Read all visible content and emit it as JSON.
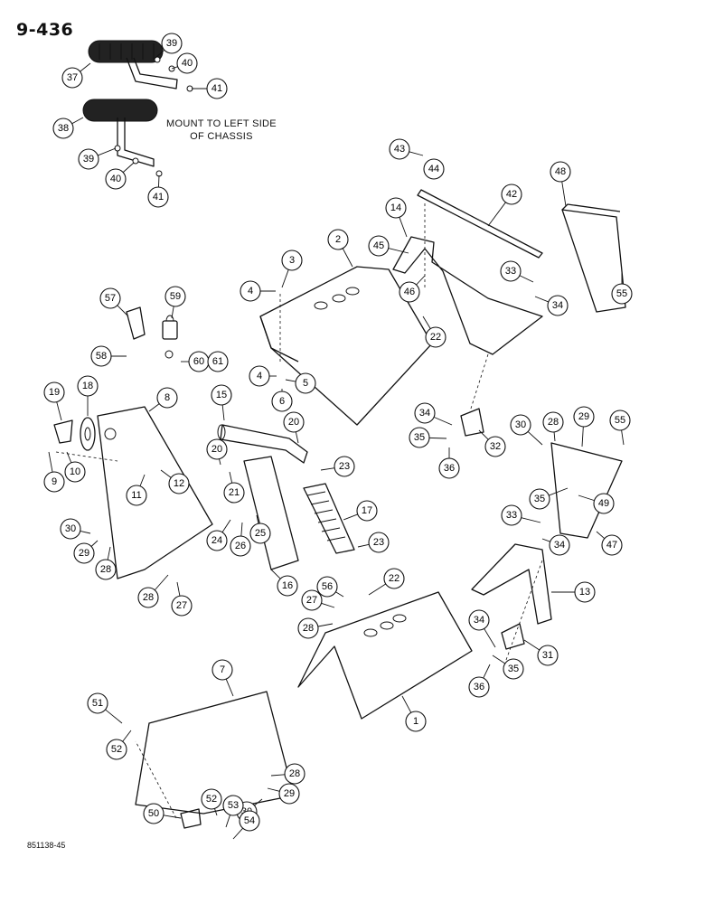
{
  "page": {
    "title": "9-436",
    "mount_note": "MOUNT TO LEFT SIDE\nOF CHASSIS",
    "doc_code": "851138-45"
  },
  "callouts": [
    {
      "id": "c37",
      "label": "37"
    },
    {
      "id": "c39a",
      "label": "39"
    },
    {
      "id": "c40a",
      "label": "40"
    },
    {
      "id": "c41a",
      "label": "41"
    },
    {
      "id": "c38",
      "label": "38"
    },
    {
      "id": "c39b",
      "label": "39"
    },
    {
      "id": "c40b",
      "label": "40"
    },
    {
      "id": "c41b",
      "label": "41"
    },
    {
      "id": "c43",
      "label": "43"
    },
    {
      "id": "c44",
      "label": "44"
    },
    {
      "id": "c48",
      "label": "48"
    },
    {
      "id": "c14",
      "label": "14"
    },
    {
      "id": "c42",
      "label": "42"
    },
    {
      "id": "c45",
      "label": "45"
    },
    {
      "id": "c2",
      "label": "2"
    },
    {
      "id": "c33a",
      "label": "33"
    },
    {
      "id": "c55a",
      "label": "55"
    },
    {
      "id": "c3",
      "label": "3"
    },
    {
      "id": "c46",
      "label": "46"
    },
    {
      "id": "c34a",
      "label": "34"
    },
    {
      "id": "c57",
      "label": "57"
    },
    {
      "id": "c59",
      "label": "59"
    },
    {
      "id": "c4a",
      "label": "4"
    },
    {
      "id": "c22a",
      "label": "22"
    },
    {
      "id": "c58",
      "label": "58"
    },
    {
      "id": "c60",
      "label": "60"
    },
    {
      "id": "c61",
      "label": "61"
    },
    {
      "id": "c4b",
      "label": "4"
    },
    {
      "id": "c5",
      "label": "5"
    },
    {
      "id": "c6",
      "label": "6"
    },
    {
      "id": "c19",
      "label": "19"
    },
    {
      "id": "c18",
      "label": "18"
    },
    {
      "id": "c8",
      "label": "8"
    },
    {
      "id": "c15",
      "label": "15"
    },
    {
      "id": "c34b",
      "label": "34"
    },
    {
      "id": "c30a",
      "label": "30"
    },
    {
      "id": "c28a",
      "label": "28"
    },
    {
      "id": "c29a",
      "label": "29"
    },
    {
      "id": "c55b",
      "label": "55"
    },
    {
      "id": "c20a",
      "label": "20"
    },
    {
      "id": "c35a",
      "label": "35"
    },
    {
      "id": "c32",
      "label": "32"
    },
    {
      "id": "c9",
      "label": "9"
    },
    {
      "id": "c10",
      "label": "10"
    },
    {
      "id": "c11",
      "label": "11"
    },
    {
      "id": "c12",
      "label": "12"
    },
    {
      "id": "c20b",
      "label": "20"
    },
    {
      "id": "c23a",
      "label": "23"
    },
    {
      "id": "c21",
      "label": "21"
    },
    {
      "id": "c36a",
      "label": "36"
    },
    {
      "id": "c35b",
      "label": "35"
    },
    {
      "id": "c49",
      "label": "49"
    },
    {
      "id": "c30b",
      "label": "30"
    },
    {
      "id": "c24",
      "label": "24"
    },
    {
      "id": "c26",
      "label": "26"
    },
    {
      "id": "c25",
      "label": "25"
    },
    {
      "id": "c17",
      "label": "17"
    },
    {
      "id": "c33b",
      "label": "33"
    },
    {
      "id": "c47",
      "label": "47"
    },
    {
      "id": "c29b",
      "label": "29"
    },
    {
      "id": "c28b",
      "label": "28"
    },
    {
      "id": "c23b",
      "label": "23"
    },
    {
      "id": "c34c",
      "label": "34"
    },
    {
      "id": "c16",
      "label": "16"
    },
    {
      "id": "c56",
      "label": "56"
    },
    {
      "id": "c22b",
      "label": "22"
    },
    {
      "id": "c13",
      "label": "13"
    },
    {
      "id": "c28c",
      "label": "28"
    },
    {
      "id": "c27a",
      "label": "27"
    },
    {
      "id": "c27b",
      "label": "27"
    },
    {
      "id": "c28d",
      "label": "28"
    },
    {
      "id": "c34d",
      "label": "34"
    },
    {
      "id": "c31",
      "label": "31"
    },
    {
      "id": "c35c",
      "label": "35"
    },
    {
      "id": "c36b",
      "label": "36"
    },
    {
      "id": "c7",
      "label": "7"
    },
    {
      "id": "c1",
      "label": "1"
    },
    {
      "id": "c51",
      "label": "51"
    },
    {
      "id": "c52a",
      "label": "52"
    },
    {
      "id": "c28e",
      "label": "28"
    },
    {
      "id": "c29c",
      "label": "29"
    },
    {
      "id": "c30c",
      "label": "30"
    },
    {
      "id": "c50",
      "label": "50"
    },
    {
      "id": "c52b",
      "label": "52"
    },
    {
      "id": "c53",
      "label": "53"
    },
    {
      "id": "c54",
      "label": "54"
    }
  ]
}
